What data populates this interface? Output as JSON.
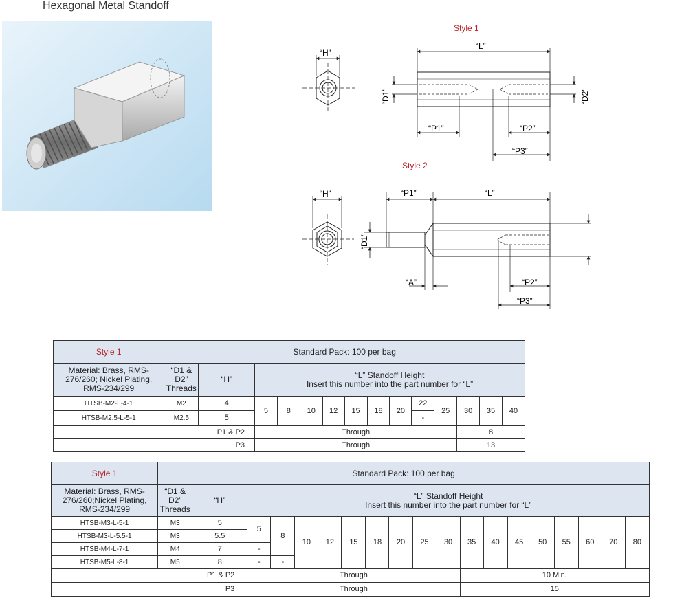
{
  "page_title": "Hexagonal Metal Standoff",
  "diagram": {
    "style1_label": "Style 1",
    "style2_label": "Style 2",
    "dim_H": "“H”",
    "dim_L": "“L”",
    "dim_D1": "“D1”",
    "dim_D2": "“D2”",
    "dim_P1": "“P1”",
    "dim_P2": "“P2”",
    "dim_P3": "“P3”",
    "dim_A": "“A”"
  },
  "table1": {
    "style": "Style 1",
    "pack": "Standard Pack: 100 per bag",
    "material": "Material: Brass, RMS-276/260; Nickel Plating, RMS-234/299",
    "threads_header": "“D1 & D2” Threads",
    "h_header": "“H”",
    "l_header_1": "“L” Standoff Height",
    "l_header_2": "Insert this number into the part number for “L”",
    "rows": [
      {
        "pn": "HTSB-M2-L-4-1",
        "thread": "M2",
        "h": "4"
      },
      {
        "pn": "HTSB-M2.5-L-5-1",
        "thread": "M2.5",
        "h": "5"
      }
    ],
    "lengths": [
      "5",
      "8",
      "10",
      "12",
      "15",
      "18",
      "20",
      "22",
      "25",
      "30",
      "35",
      "40"
    ],
    "dash": "-",
    "p12_label": "P1 & P2",
    "p12_through": "Through",
    "p12_value": "8",
    "p3_label": "P3",
    "p3_through": "Through",
    "p3_value": "13"
  },
  "table2": {
    "style": "Style 1",
    "pack": "Standard Pack: 100 per bag",
    "material": "Material: Brass, RMS-276/260;Nickel Plating, RMS-234/299",
    "threads_header": "“D1 & D2” Threads",
    "h_header": "“H”",
    "l_header_1": "“L” Standoff Height",
    "l_header_2": "Insert this number into the part number for “L”",
    "rows": [
      {
        "pn": "HTSB-M3-L-5-1",
        "thread": "M3",
        "h": "5"
      },
      {
        "pn": "HTSB-M3-L-5.5-1",
        "thread": "M3",
        "h": "5.5"
      },
      {
        "pn": "HTSB-M4-L-7-1",
        "thread": "M4",
        "h": "7"
      },
      {
        "pn": "HTSB-M5-L-8-1",
        "thread": "M5",
        "h": "8"
      }
    ],
    "lengths": [
      "5",
      "8",
      "10",
      "12",
      "15",
      "18",
      "20",
      "25",
      "30",
      "35",
      "40",
      "45",
      "50",
      "55",
      "60",
      "70",
      "80"
    ],
    "dash": "-",
    "p12_label": "P1 & P2",
    "p12_through": "Through",
    "p12_value": "10 Min.",
    "p3_label": "P3",
    "p3_through": "Through",
    "p3_value": "15"
  }
}
